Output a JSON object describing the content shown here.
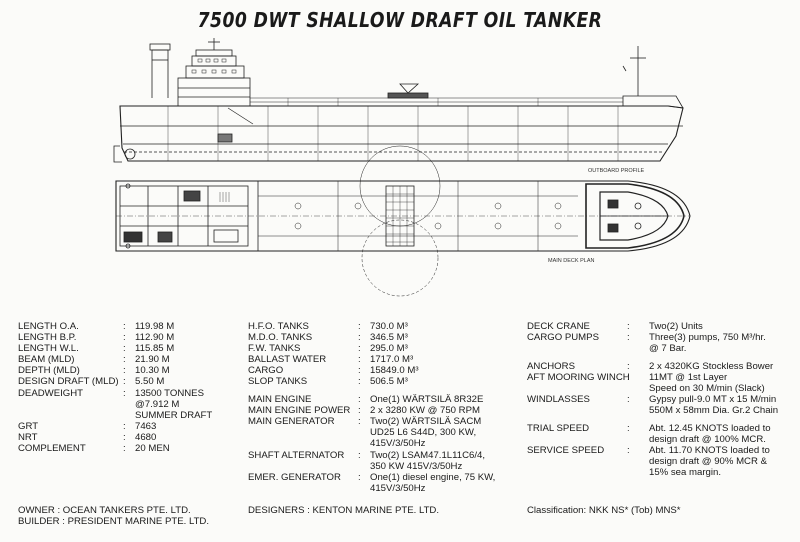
{
  "title": "7500 DWT SHALLOW DRAFT OIL TANKER",
  "drawing_labels": {
    "outboard_profile": "OUTBOARD PROFILE",
    "main_deck_plan": "MAIN DECK PLAN"
  },
  "col1": [
    {
      "k": "LENGTH O.A.",
      "v": [
        "119.98 M"
      ]
    },
    {
      "k": "LENGTH B.P.",
      "v": [
        "112.90 M"
      ]
    },
    {
      "k": "LENGTH W.L.",
      "v": [
        "115.85 M"
      ]
    },
    {
      "k": "BEAM (MLD)",
      "v": [
        "21.90 M"
      ]
    },
    {
      "k": "DEPTH (MLD)",
      "v": [
        "10.30 M"
      ]
    },
    {
      "k": "DESIGN DRAFT (MLD)",
      "v": [
        "5.50 M"
      ]
    },
    {
      "k": "DEADWEIGHT",
      "v": [
        "13500 TONNES",
        "@7.912 M",
        "SUMMER DRAFT"
      ]
    },
    {
      "k": "GRT",
      "v": [
        "7463"
      ]
    },
    {
      "k": "NRT",
      "v": [
        "4680"
      ]
    },
    {
      "k": "COMPLEMENT",
      "v": [
        "20 MEN"
      ]
    }
  ],
  "col2": [
    {
      "k": "H.F.O. TANKS",
      "v": [
        "730.0 M³"
      ]
    },
    {
      "k": "M.D.O. TANKS",
      "v": [
        "346.5 M³"
      ]
    },
    {
      "k": "F.W. TANKS",
      "v": [
        "295.0 M³"
      ]
    },
    {
      "k": "BALLAST WATER",
      "v": [
        "1717.0 M³"
      ]
    },
    {
      "k": "CARGO",
      "v": [
        "15849.0 M³"
      ]
    },
    {
      "k": "SLOP TANKS",
      "v": [
        "506.5 M³"
      ]
    },
    {
      "k": "",
      "v": [
        ""
      ]
    },
    {
      "k": "MAIN ENGINE",
      "v": [
        "One(1) WÄRTSILÄ 8R32E"
      ]
    },
    {
      "k": "MAIN ENGINE POWER",
      "v": [
        "2 x 3280 KW @ 750 RPM"
      ]
    },
    {
      "k": "MAIN GENERATOR",
      "v": [
        "Two(2) WÄRTSILÄ SACM",
        "UD25 L6 S44D, 300 KW,",
        "415V/3/50Hz"
      ]
    },
    {
      "k": "SHAFT ALTERNATOR",
      "v": [
        "Two(2) LSAM47.1L11C6/4,",
        "350 KW 415V/3/50Hz"
      ]
    },
    {
      "k": "EMER. GENERATOR",
      "v": [
        "One(1) diesel engine, 75 KW,",
        "415V/3/50Hz"
      ]
    }
  ],
  "col3": [
    {
      "k": "DECK CRANE",
      "v": [
        "Two(2) Units"
      ]
    },
    {
      "k": "CARGO PUMPS",
      "v": [
        "Three(3) pumps, 750 M³/hr.",
        "@ 7 Bar."
      ]
    },
    {
      "k": "",
      "v": [
        ""
      ]
    },
    {
      "k": "ANCHORS",
      "v": [
        "2 x 4320KG Stockless Bower"
      ]
    },
    {
      "k": "AFT MOORING WINCH",
      "v": [
        "11MT @ 1st Layer",
        "Speed on 30 M/min (Slack)"
      ]
    },
    {
      "k": "WINDLASSES",
      "v": [
        "Gypsy pull-9.0 MT x 15 M/min",
        "550M x 58mm Dia. Gr.2 Chain"
      ]
    },
    {
      "k": "",
      "v": [
        ""
      ]
    },
    {
      "k": "TRIAL SPEED",
      "v": [
        "Abt. 12.45 KNOTS loaded to",
        "design draft @ 100% MCR."
      ]
    },
    {
      "k": "SERVICE SPEED",
      "v": [
        "Abt. 11.70 KNOTS loaded to",
        "design draft @ 90% MCR &",
        "15% sea margin."
      ]
    }
  ],
  "footer": {
    "owner": "OWNER : OCEAN TANKERS PTE. LTD.",
    "builder": "BUILDER : PRESIDENT MARINE PTE. LTD.",
    "designers": "DESIGNERS : KENTON MARINE PTE. LTD.",
    "classification": "Classification: NKK NS* (Tob) MNS*"
  }
}
